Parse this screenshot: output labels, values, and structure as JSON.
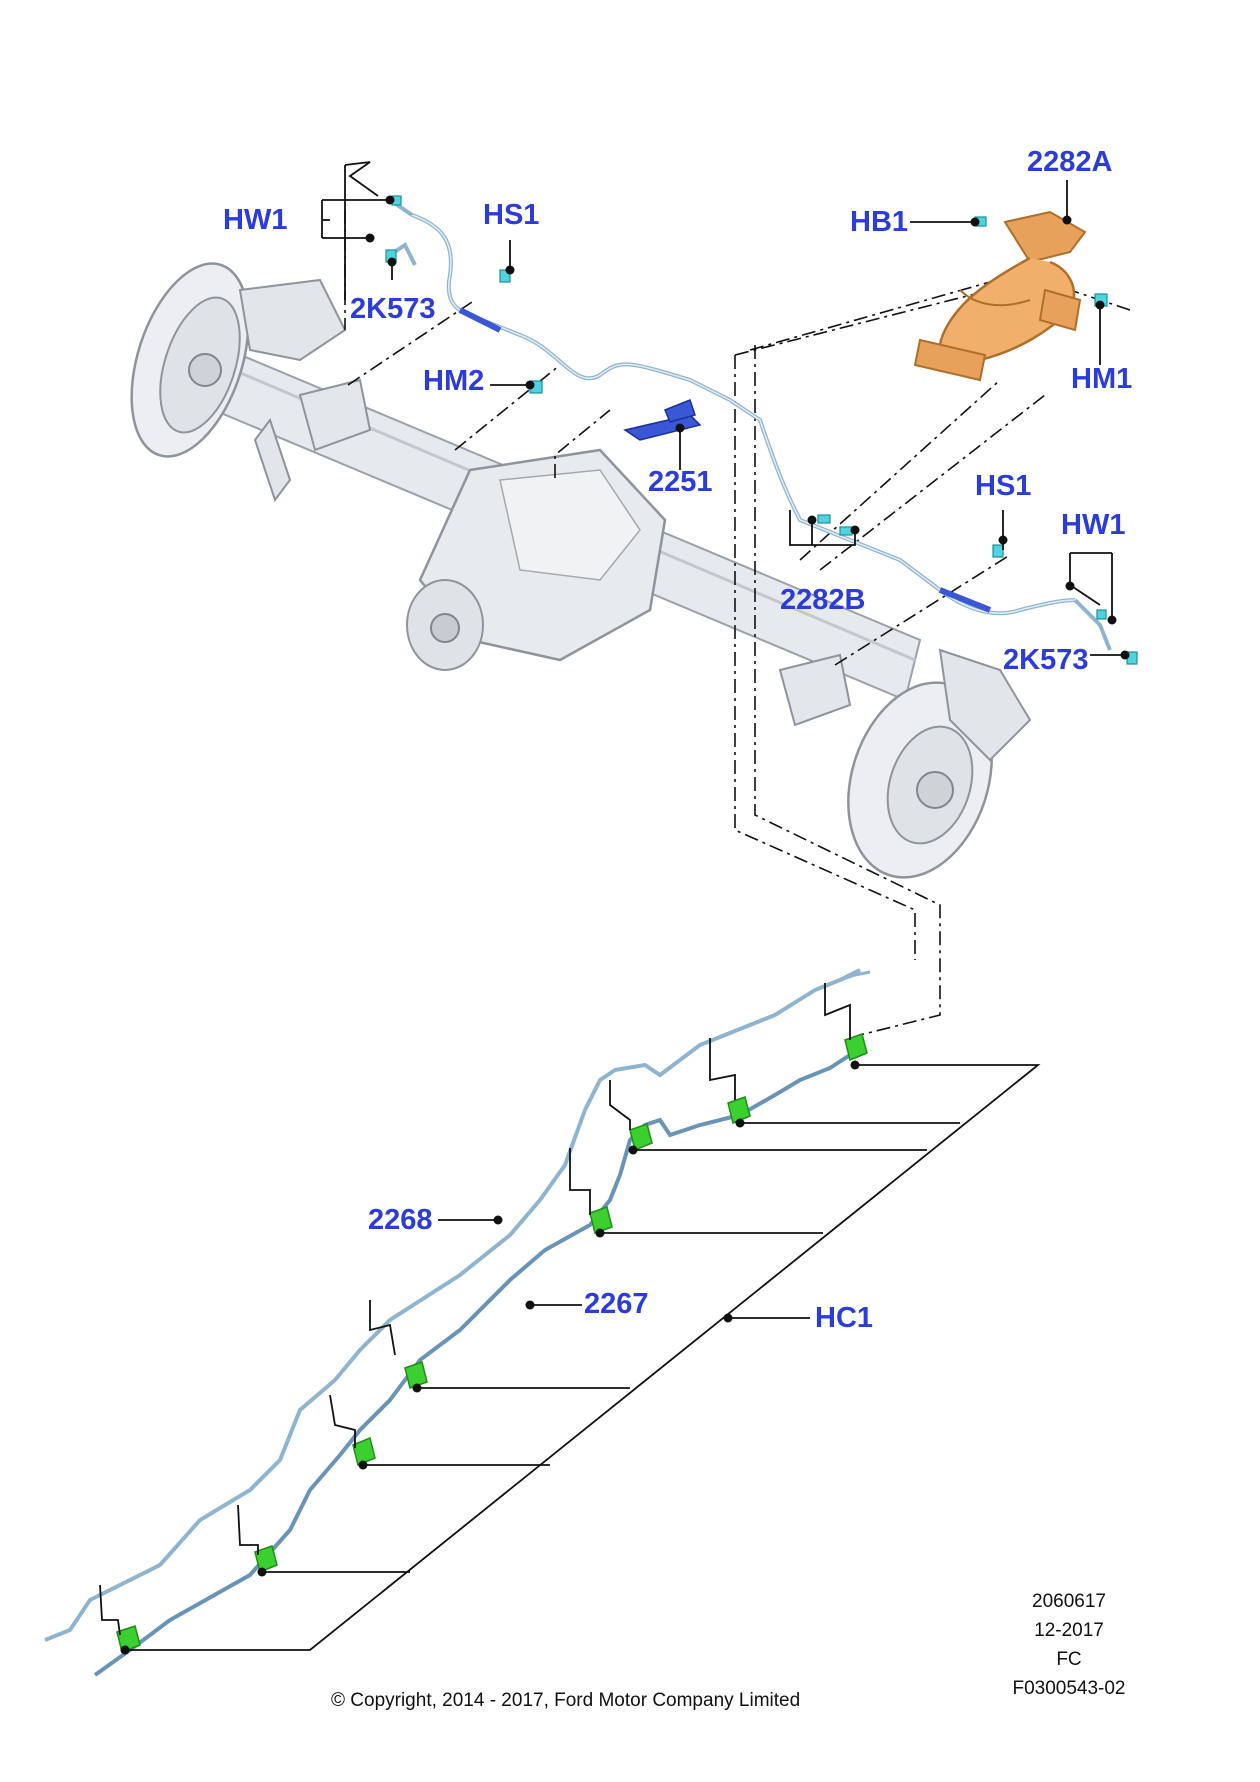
{
  "colors": {
    "callout": "#2b3bdc",
    "brake_line": "#8fb4d0",
    "brake_line_dark": "#6a93b8",
    "clip": "#3bcf2f",
    "bracket_orange": "#e8a15a",
    "bracket_blue": "#3a57d6",
    "fitting_cyan": "#4fd3e0",
    "axle_gray": "#d9dde2"
  },
  "callouts": [
    {
      "id": "2282A",
      "text": "2282A"
    },
    {
      "id": "HB1",
      "text": "HB1"
    },
    {
      "id": "HS1_left",
      "text": "HS1"
    },
    {
      "id": "HW1_left",
      "text": "HW1"
    },
    {
      "id": "2K573_left",
      "text": "2K573"
    },
    {
      "id": "HM2",
      "text": "HM2"
    },
    {
      "id": "2251",
      "text": "2251"
    },
    {
      "id": "HM1",
      "text": "HM1"
    },
    {
      "id": "HS1_right",
      "text": "HS1"
    },
    {
      "id": "HW1_right",
      "text": "HW1"
    },
    {
      "id": "2282B",
      "text": "2282B"
    },
    {
      "id": "2K573_right",
      "text": "2K573"
    },
    {
      "id": "2268",
      "text": "2268"
    },
    {
      "id": "2267",
      "text": "2267"
    },
    {
      "id": "HC1",
      "text": "HC1"
    }
  ],
  "drawing_info": {
    "number": "2060617",
    "date": "12-2017",
    "code": "FC",
    "ref": "F0300543-02"
  },
  "copyright": "© Copyright, 2014 - 2017, Ford Motor Company Limited"
}
